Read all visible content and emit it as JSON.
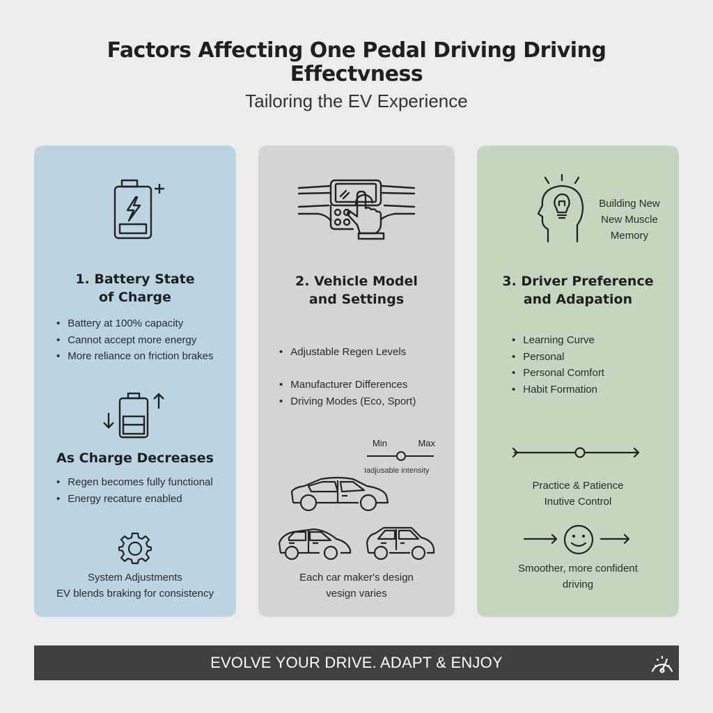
{
  "header": {
    "title": "Factors Affecting One Pedal Driving Driving Effectvness",
    "subtitle": "Tailoring the EV Experience"
  },
  "cards": [
    {
      "color": "#bcd4e0",
      "icon": "battery-charging-icon",
      "heading_line1": "1. Battery State",
      "heading_line2": "of Charge",
      "bullets": [
        "Battery at 100% capacity",
        "Cannot accept more energy",
        "More reliance on friction brakes"
      ],
      "sub_icon": "battery-level-arrows-icon",
      "sub_heading": "As Charge Decreases",
      "sub_bullets": [
        "Regen becomes fully functional",
        "Energy recature enabled"
      ],
      "footer_icon": "gear-icon",
      "footer_line1": "System Adjustments",
      "footer_line2": "EV blends braking for consistency"
    },
    {
      "color": "#d4d4d4",
      "icon": "dashboard-touchscreen-icon",
      "heading_line1": "2. Vehicle Model",
      "heading_line2": "and Settings",
      "bullets": [
        "Adjustable Regen Levels",
        "Manufacturer Differences",
        "Driving Modes (Eco, Sport)"
      ],
      "slider": {
        "min_label": "Min",
        "max_label": "Max",
        "caption": "Iadjusable intensity"
      },
      "car_icons": [
        "sedan-car-icon",
        "hatchback-car-icon",
        "compact-car-icon"
      ],
      "footer_line1": "Each car maker's design",
      "footer_line2": "vesign varies"
    },
    {
      "color": "#c3d7bf",
      "icon": "head-lightbulb-icon",
      "icon_caption_line1": "Building New",
      "icon_caption_line2": "New Muscle",
      "icon_caption_line3": "Memory",
      "heading_line1": "3. Driver Preference",
      "heading_line2": "and Adapation",
      "bullets": [
        "Learning Curve",
        "Personal",
        "Personal Comfort",
        "Habit Formation"
      ],
      "progress_icon": "progress-line-icon",
      "mid_line1": "Practice & Patience",
      "mid_line2": "Inutive Control",
      "smiley_icon": "smiley-face-icon",
      "footer_line1": "Smoother, more confident",
      "footer_line2": "driving"
    }
  ],
  "banner": {
    "text": "EVOLVE YOUR DRIVE. ADAPT & ENJOY",
    "icon": "speedometer-icon",
    "color": "#404040"
  }
}
